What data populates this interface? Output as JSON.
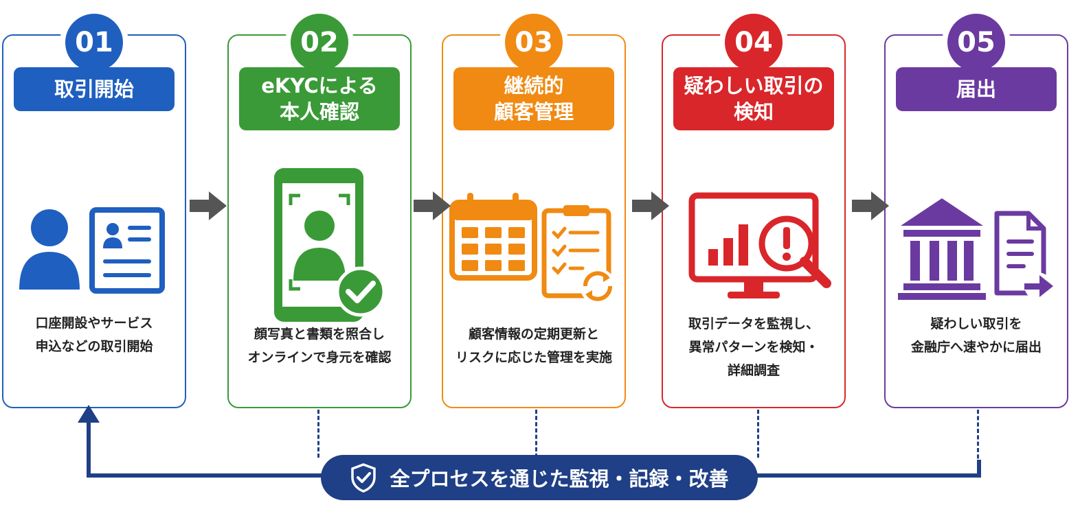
{
  "steps": [
    {
      "number": "01",
      "title_lines": [
        "取引開始"
      ],
      "desc_lines": [
        "口座開設やサービス",
        "申込などの取引開始"
      ],
      "color": "#1f5fbf",
      "icon": "person-id-card-icon"
    },
    {
      "number": "02",
      "title_lines": [
        "eKYCによる",
        "本人確認"
      ],
      "desc_lines": [
        "顔写真と書類を照合し",
        "オンラインで身元を確認"
      ],
      "color": "#3a9a37",
      "icon": "smartphone-face-verify-icon"
    },
    {
      "number": "03",
      "title_lines": [
        "継続的",
        "顧客管理"
      ],
      "desc_lines": [
        "顧客情報の定期更新と",
        "リスクに応じた管理を実施"
      ],
      "color": "#f08a12",
      "icon": "calendar-checklist-icon"
    },
    {
      "number": "04",
      "title_lines": [
        "疑わしい取引の",
        "検知"
      ],
      "desc_lines": [
        "取引データを監視し、",
        "異常パターンを検知・",
        "詳細調査"
      ],
      "color": "#d9262a",
      "icon": "monitor-magnifier-alert-icon"
    },
    {
      "number": "05",
      "title_lines": [
        "届出"
      ],
      "desc_lines": [
        "疑わしい取引を",
        "金融庁へ速やかに届出"
      ],
      "color": "#6a3aa0",
      "icon": "bank-document-send-icon"
    }
  ],
  "banner": {
    "label": "全プロセスを通じた監視・記録・改善",
    "icon": "shield-check-icon",
    "color": "#1f3f86"
  },
  "arrow_color": "#555555"
}
